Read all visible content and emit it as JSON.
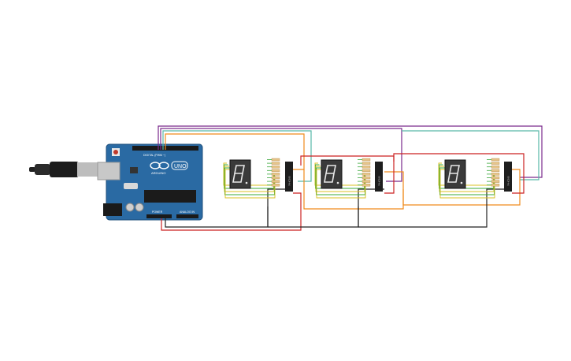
{
  "arduino": {
    "brand": "ARDUINO",
    "model": "UNO",
    "header_digital": "DIGITAL (PWM ~)",
    "header_power": "POWER",
    "header_analog": "ANALOG IN",
    "logo": "arduino-infinity-logo"
  },
  "displays": [
    {
      "id": "display-1",
      "ic_label": "74HC595"
    },
    {
      "id": "display-2",
      "ic_label": "74HC595"
    },
    {
      "id": "display-3",
      "ic_label": "74HC595"
    }
  ],
  "colors": {
    "board": "#2a6aa3",
    "wire_purple": "#7a2a8c",
    "wire_teal": "#57b7a8",
    "wire_orange": "#f08a1c",
    "wire_red": "#cc2222",
    "wire_black": "#222222",
    "wire_green": "#3aa83a",
    "wire_yellow": "#d8c020",
    "resistor": "#e6c48a"
  }
}
